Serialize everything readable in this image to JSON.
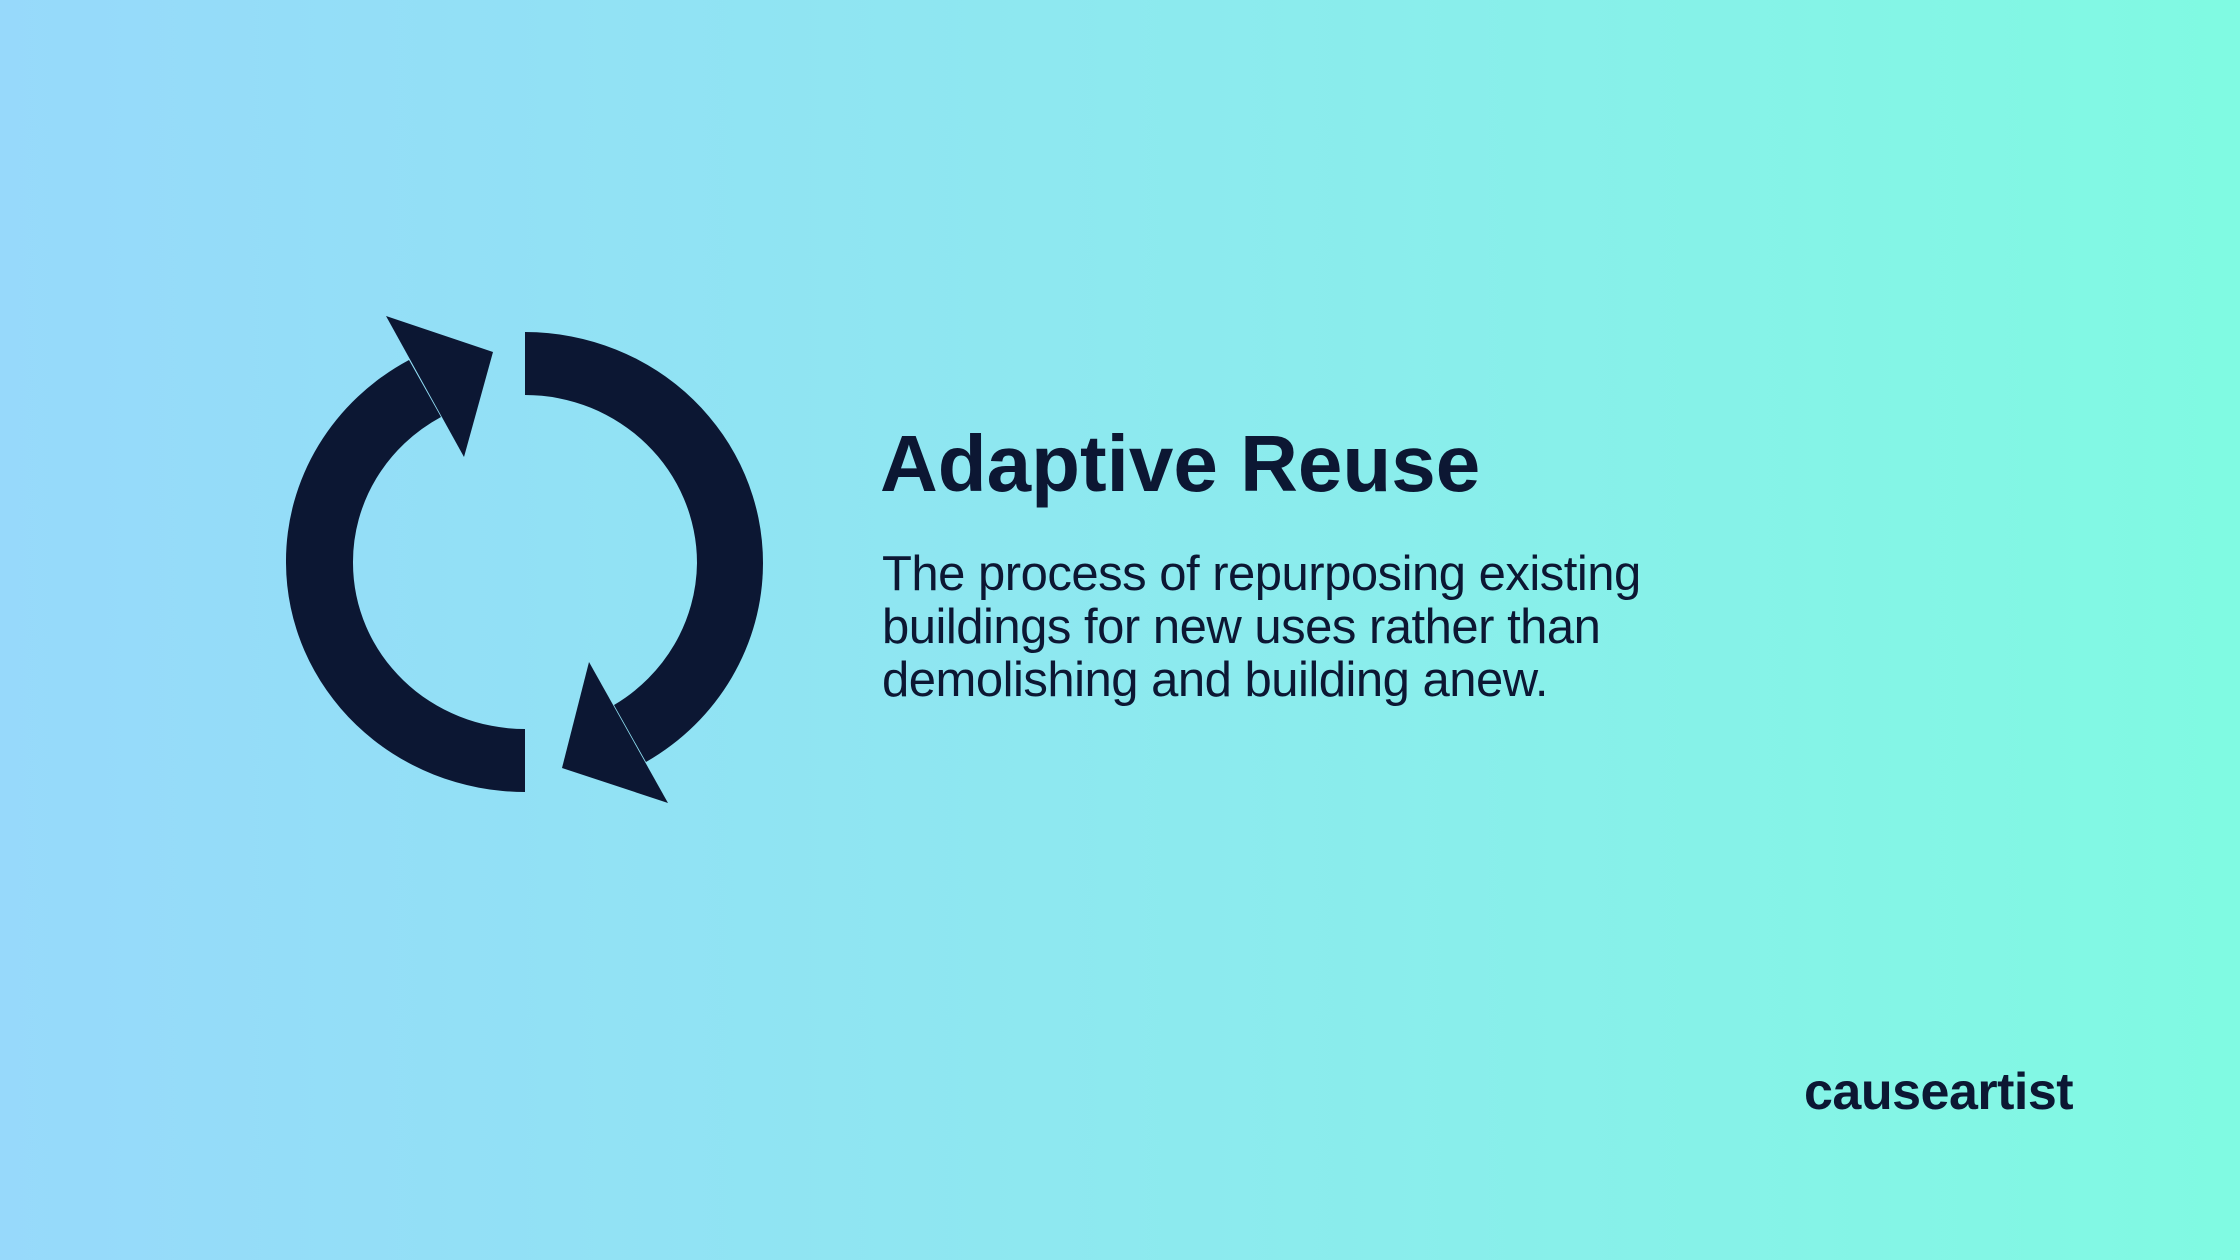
{
  "slide": {
    "icon": "recycle-arrows-icon",
    "title": "Adaptive Reuse",
    "description_lines": [
      "The process of repurposing existing",
      "buildings for new uses rather than",
      "demolishing and building anew."
    ],
    "brand": "causeartist"
  },
  "colors": {
    "text": "#0C1733",
    "background_left": "#97D9FB",
    "background_mid": "#8DE9EF",
    "background_right": "#80FAE2"
  }
}
